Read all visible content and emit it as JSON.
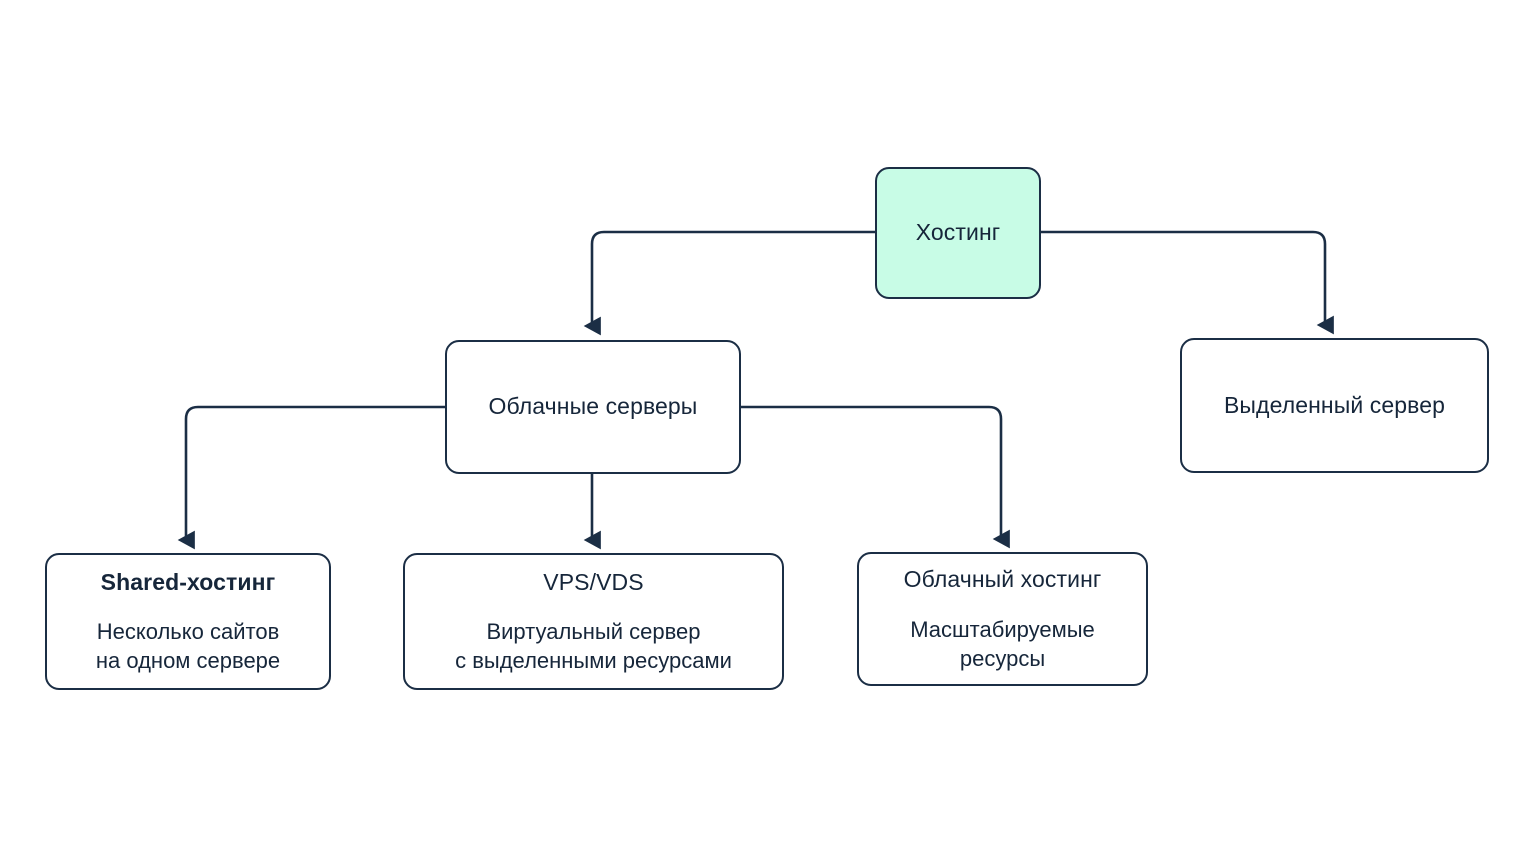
{
  "diagram": {
    "type": "tree-flowchart",
    "title_text": "",
    "colors": {
      "background": "#FFFFFF",
      "border": "#1B2E45",
      "text": "#16263A",
      "accent_fill": "#C8FCE6",
      "node_fill": "#FFFFFF"
    },
    "nodes": [
      {
        "id": "hosting",
        "title": "Хостинг",
        "desc": "",
        "highlight": true
      },
      {
        "id": "cloud-servers",
        "title": "Облачные серверы",
        "desc": "",
        "highlight": false
      },
      {
        "id": "dedicated",
        "title": "Выделенный сервер",
        "desc": "",
        "highlight": false
      },
      {
        "id": "shared",
        "title": "Shared-хостинг",
        "desc": "Несколько сайтов\nна одном сервере",
        "highlight": false
      },
      {
        "id": "vps",
        "title": "VPS/VDS",
        "desc": "Виртуальный сервер\nс выделенными ресурсами",
        "highlight": false
      },
      {
        "id": "cloud-hosting",
        "title": "Облачный хостинг",
        "desc": "Масштабируемые\nресурсы",
        "highlight": false
      }
    ],
    "edges": [
      {
        "from": "hosting",
        "to": "cloud-servers"
      },
      {
        "from": "hosting",
        "to": "dedicated"
      },
      {
        "from": "cloud-servers",
        "to": "shared"
      },
      {
        "from": "cloud-servers",
        "to": "vps"
      },
      {
        "from": "cloud-servers",
        "to": "cloud-hosting"
      }
    ]
  }
}
